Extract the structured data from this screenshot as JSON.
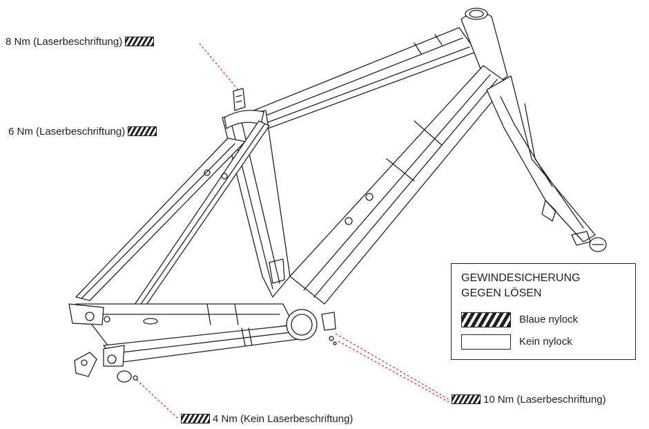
{
  "callouts": {
    "top_bolt": "8 Nm (Laserbeschriftung)",
    "seat_clamp": "6 Nm (Laserbeschriftung)",
    "bb_cover": "10 Nm (Laserbeschriftung)",
    "derailleur_bolt": "4 Nm (Kein Laserbeschriftung)"
  },
  "legend": {
    "title_line1": "GEWINDESICHERUNG",
    "title_line2": "GEGEN LÖSEN",
    "blue_nylock": "Blaue nylock",
    "no_nylock": "Kein nylock"
  },
  "colors": {
    "line": "#231f20",
    "leader": "#e31e24"
  }
}
